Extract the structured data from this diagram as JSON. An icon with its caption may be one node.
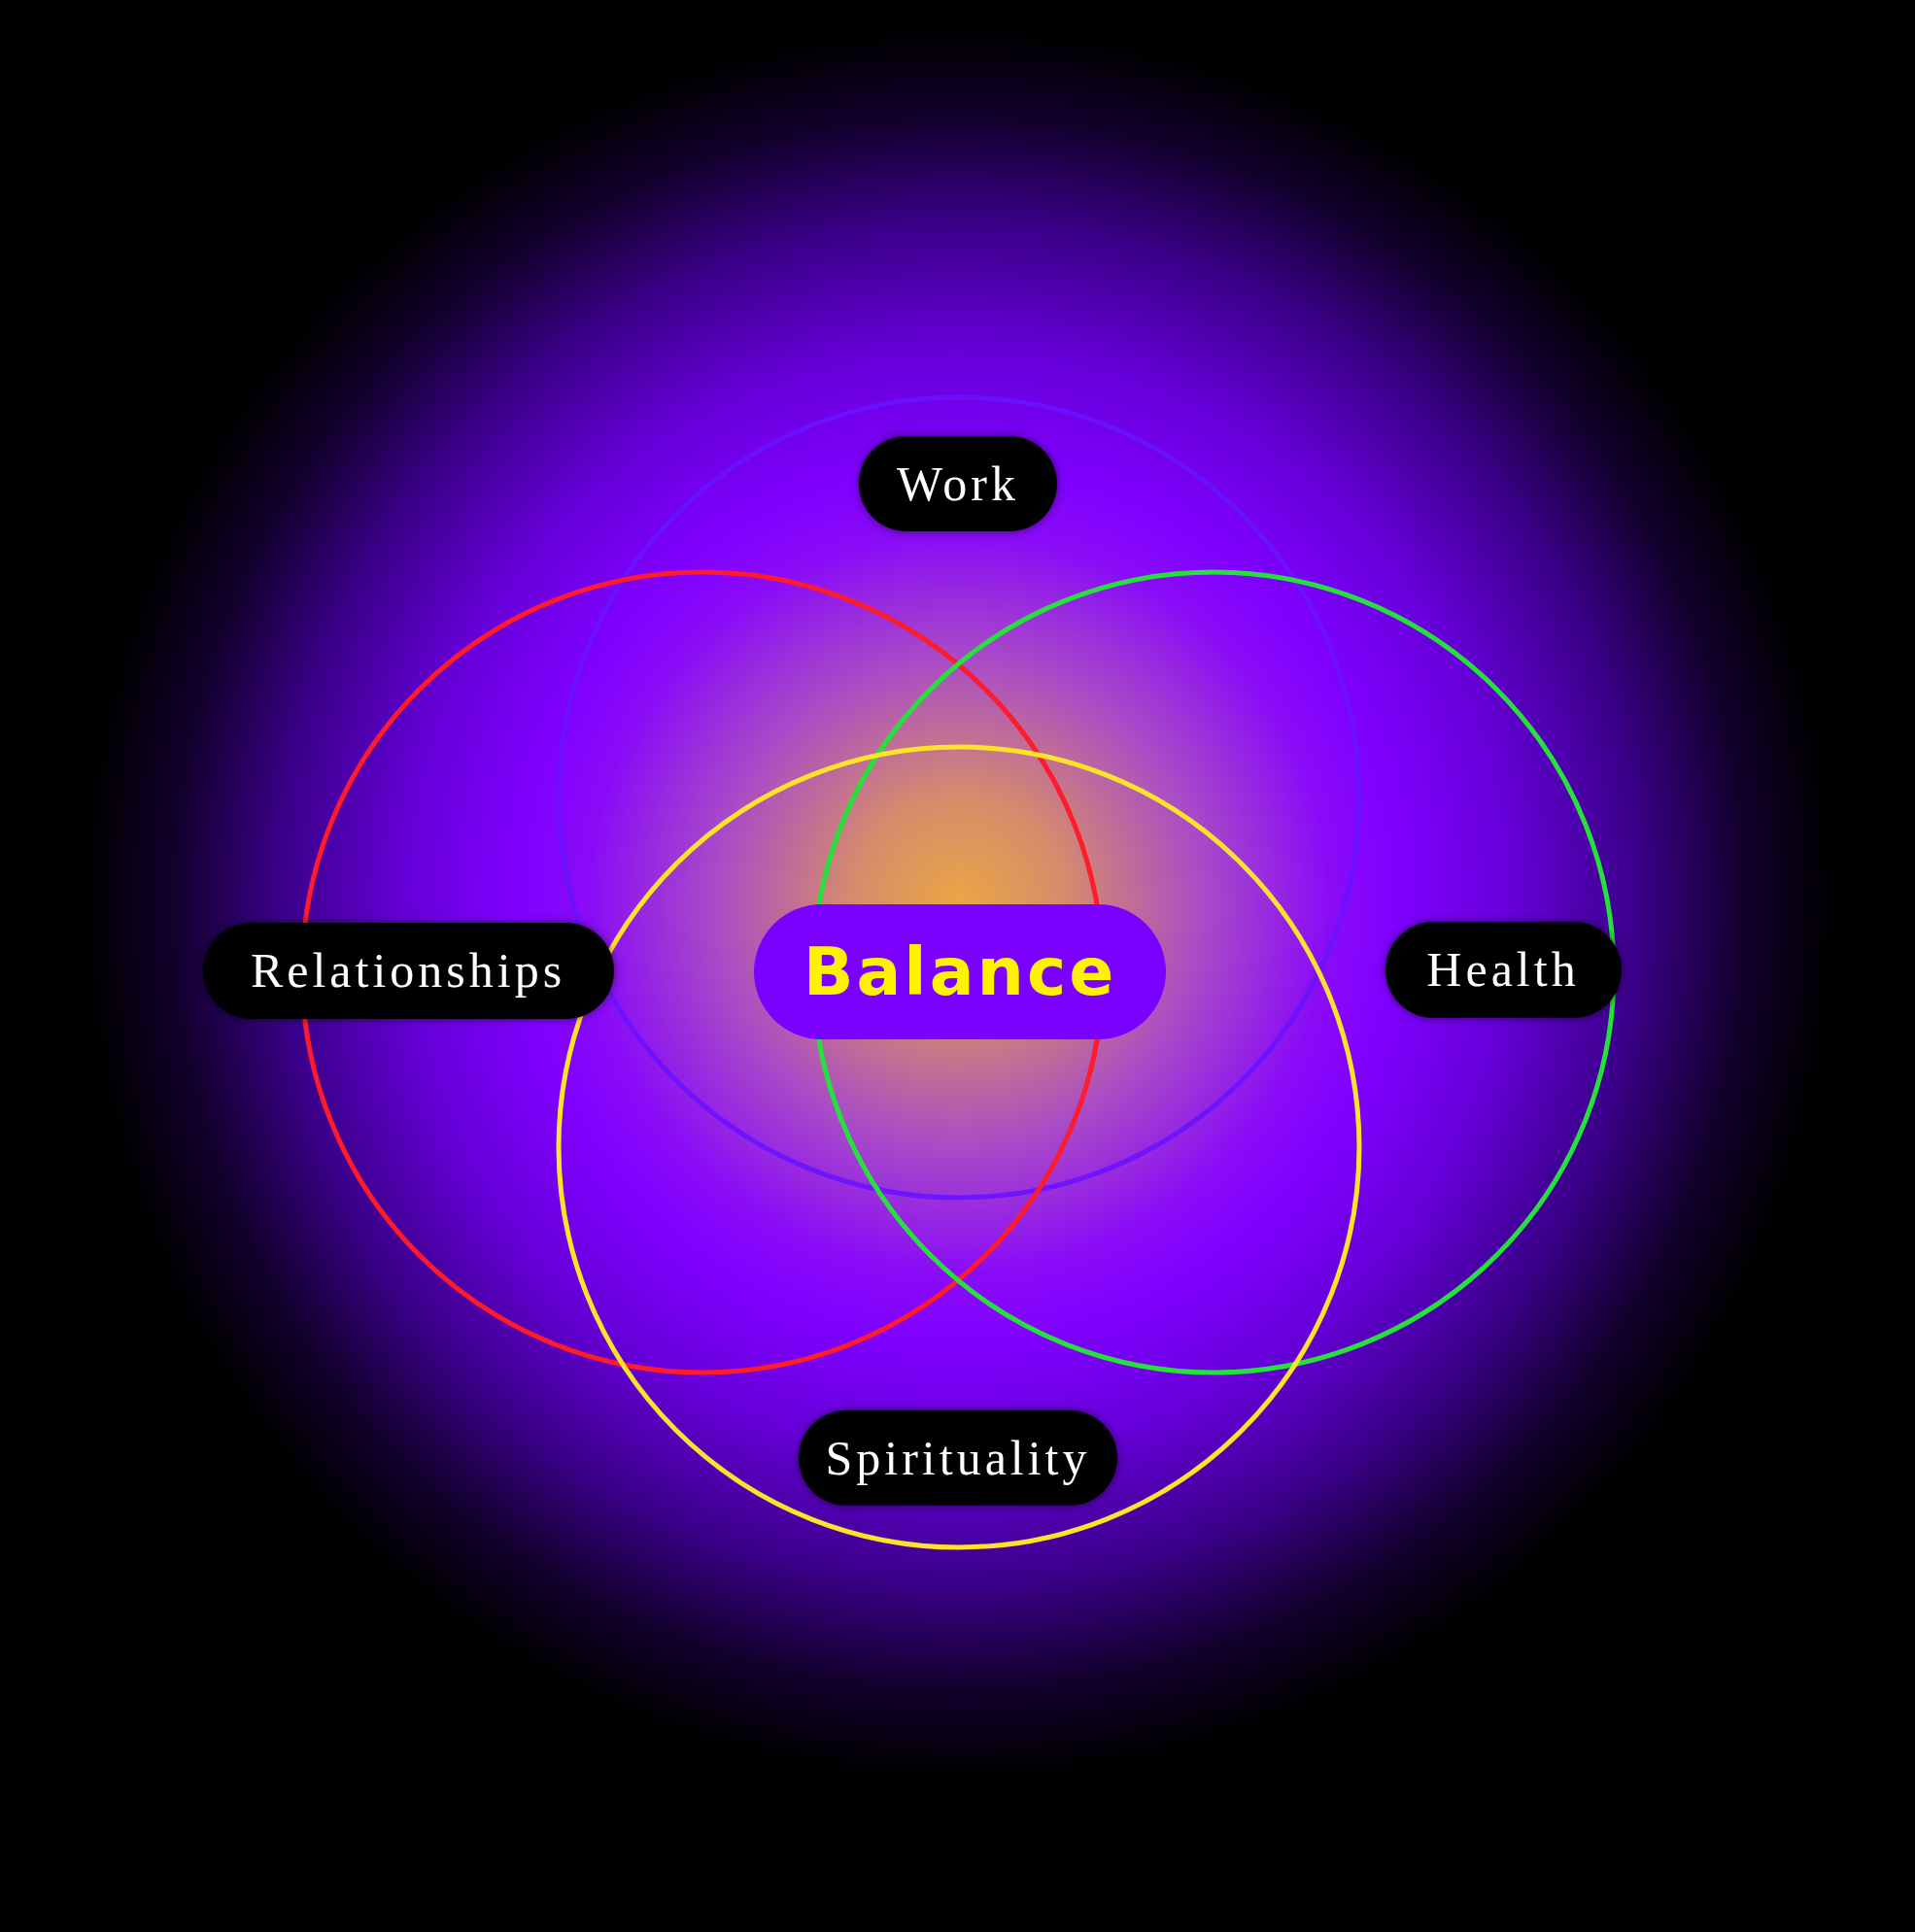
{
  "diagram": {
    "nodes": [
      {
        "text": [
          "Work"
        ]
      },
      {
        "text": [
          "Relationships"
        ]
      },
      {
        "text": [
          "Balance"
        ]
      },
      {
        "text": [
          "Health"
        ]
      },
      {
        "text": [
          "Spirituality"
        ]
      }
    ]
  }
}
